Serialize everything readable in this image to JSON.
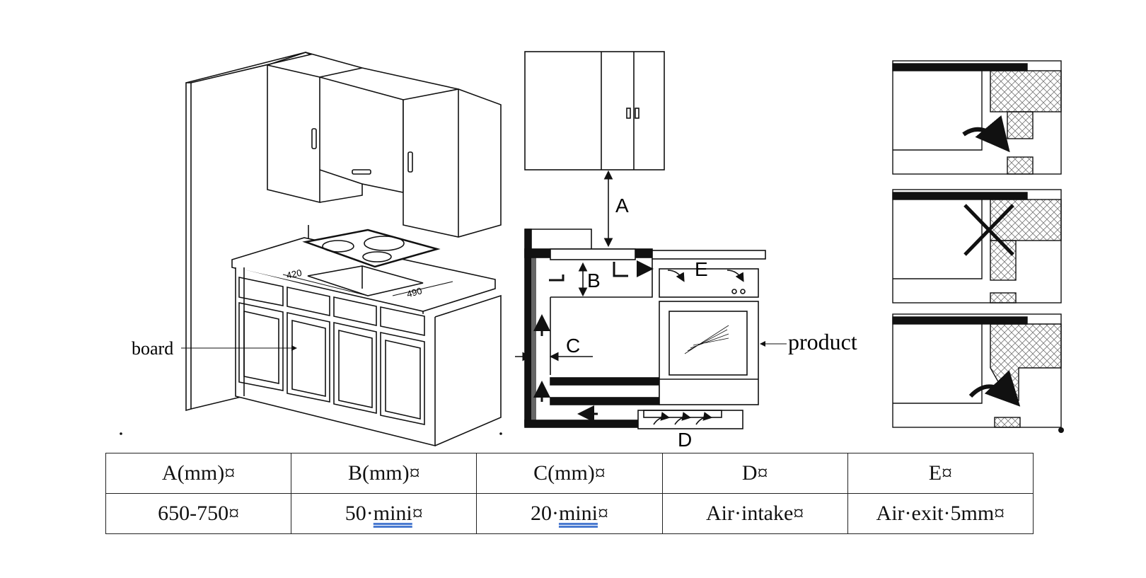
{
  "labels": {
    "board": "board",
    "product": "product",
    "dim_420": "420",
    "dim_490": "490",
    "A": "A",
    "B": "B",
    "C": "C",
    "D": "D",
    "E": "E"
  },
  "table": {
    "headers": [
      "A(mm)¤",
      "B(mm)¤",
      "C(mm)¤",
      "D¤",
      "E¤"
    ],
    "values": [
      "650-750¤",
      "50·",
      "20·",
      "Air·intake¤",
      "Air·exit·5mm¤"
    ],
    "underlined": [
      "",
      "mini",
      "mini",
      "",
      ""
    ],
    "trailing": [
      "",
      "¤",
      "¤",
      "",
      ""
    ]
  }
}
